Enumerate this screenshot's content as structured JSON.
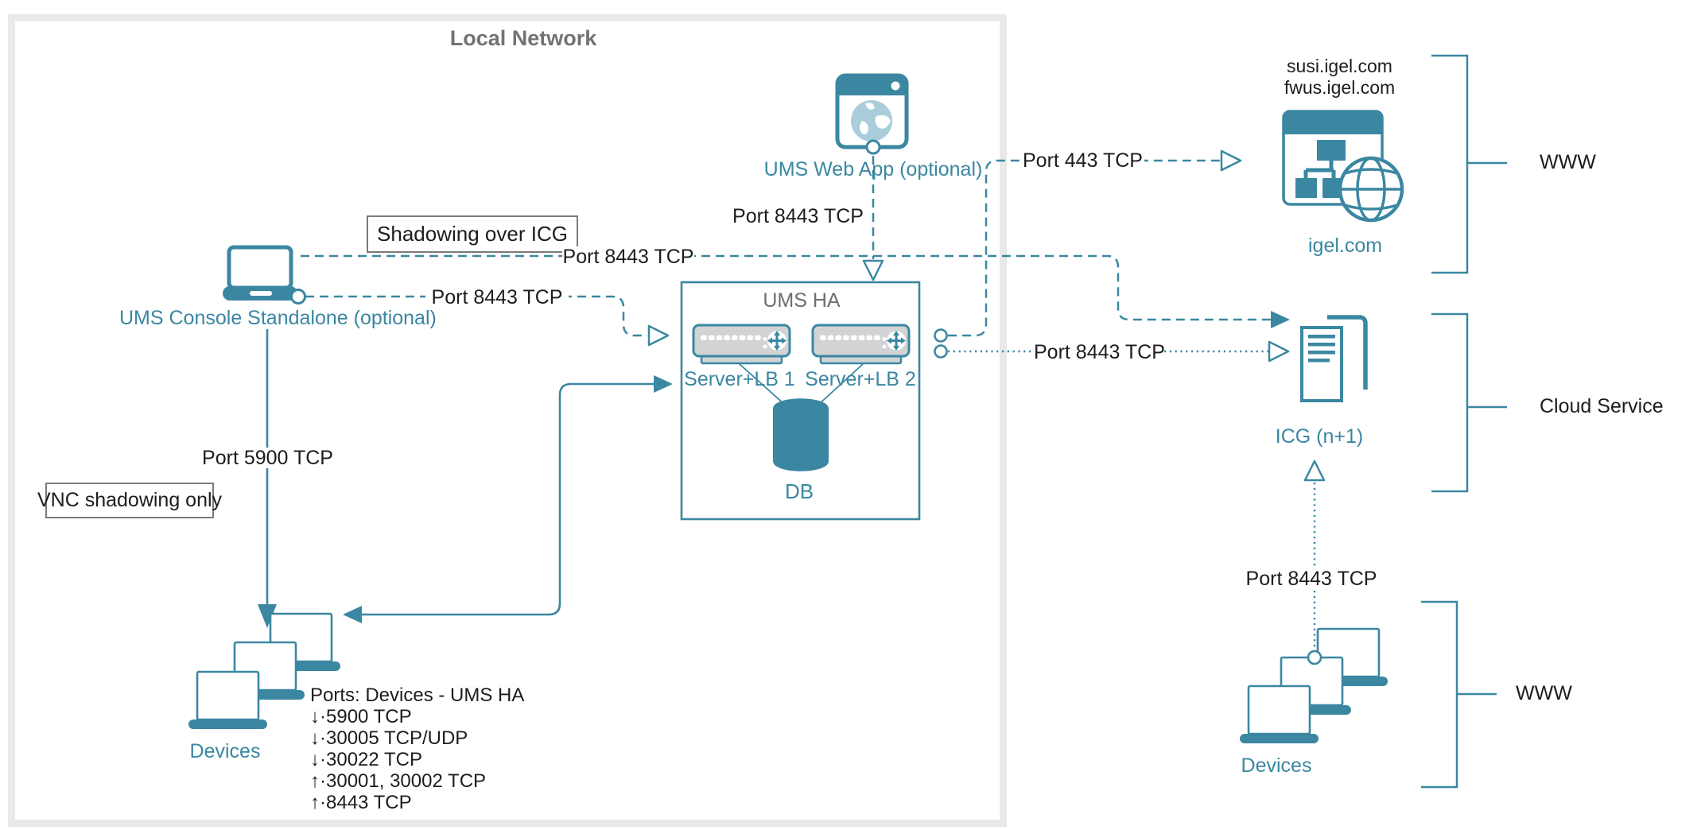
{
  "colors": {
    "teal": "#3b87a1",
    "teal_light": "#a9cdda",
    "server_fill": "#d2d3d4",
    "boundary_gray": "#e9e9e9",
    "title_gray": "#737373",
    "text": "#1d1d1d"
  },
  "local_network": {
    "title": "Local Network"
  },
  "nodes": {
    "ums_console": {
      "label": "UMS Console Standalone (optional)"
    },
    "ums_web_app": {
      "label": "UMS Web App (optional)"
    },
    "ums_ha": {
      "title": "UMS HA",
      "server1_label": "Server+LB 1",
      "server2_label": "Server+LB 2",
      "db_label": "DB"
    },
    "devices_local": {
      "label": "Devices"
    },
    "igel_cloud": {
      "domains": [
        "susi.igel.com",
        "fwus.igel.com"
      ],
      "label": "igel.com"
    },
    "icg": {
      "label": "ICG (n+1)"
    },
    "devices_www": {
      "label": "Devices"
    }
  },
  "callouts": {
    "shadowing_over_icg": "Shadowing over ICG",
    "vnc_shadowing_only": "VNC shadowing only"
  },
  "edge_labels": {
    "console_icg_port": "Port 8443 TCP",
    "console_ums_port": "Port 8443 TCP",
    "webapp_ums_port": "Port 8443 TCP",
    "ums_igel_port": "Port 443 TCP",
    "ums_icg_port": "Port 8443 TCP",
    "console_devices_port": "Port 5900 TCP",
    "devices_icg_port": "Port 8443 TCP"
  },
  "ports_panel": {
    "title": "Ports: Devices - UMS HA",
    "items": [
      "↓·5900 TCP",
      "↓·30005 TCP/UDP",
      "↓·30022 TCP",
      "↑·30001, 30002 TCP",
      "↑·8443 TCP"
    ]
  },
  "zones": [
    {
      "label": "WWW"
    },
    {
      "label": "Cloud Service"
    },
    {
      "label": "WWW"
    }
  ]
}
